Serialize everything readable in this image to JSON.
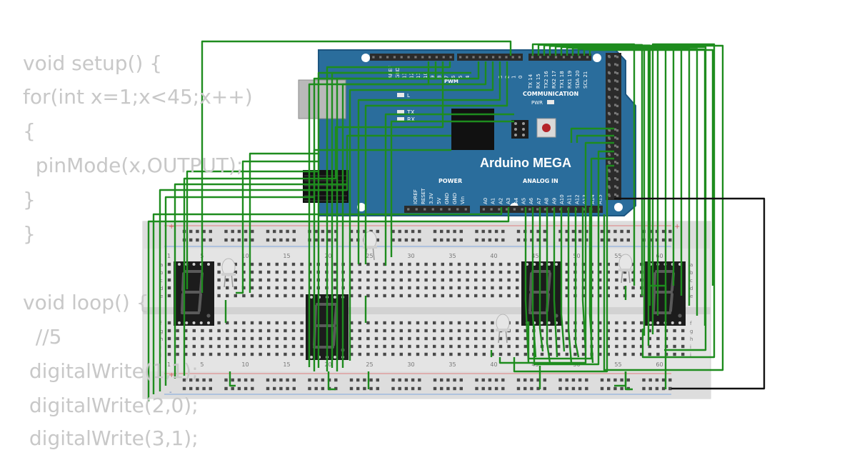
{
  "code": {
    "lines": [
      "void setup() {",
      "for(int x=1;x<45;x++)",
      "{",
      "  pinMode(x,OUTPUT);",
      "}",
      "}",
      "",
      "void loop() {",
      "  //5",
      " digitalWrite(1,1);",
      " digitalWrite(2,0);",
      " digitalWrite(3,1);"
    ]
  },
  "arduino": {
    "name": "Arduino MEGA",
    "top_header": [
      "AREF",
      "GND",
      "13",
      "12",
      "11",
      "10",
      "9",
      "8",
      "7",
      "6",
      "5",
      "4",
      "3",
      "2",
      "1",
      "0"
    ],
    "pwm_label": "PWM",
    "comm_pins": [
      "TX 14",
      "RX 15",
      "TX2 16",
      "RX2 17",
      "TX1 18",
      "RX1 19",
      "SDA 20",
      "SCL 21"
    ],
    "comm_label": "COMMUNICATION",
    "pwr_label": "PWR",
    "l_label": "L",
    "tx_label": "TX",
    "rx_label": "RX",
    "power_label": "POWER",
    "power_pins": [
      "IOREF",
      "RESET",
      "3.3V",
      "5V",
      "GND",
      "GND",
      "Vin"
    ],
    "analog_label": "ANALOG IN",
    "analog_pins": [
      "A0",
      "A1",
      "A2",
      "A3",
      "A4",
      "A5",
      "A6",
      "A7",
      "A8",
      "A9",
      "A10",
      "A11",
      "A12",
      "A13",
      "A14",
      "A15"
    ],
    "colors": {
      "board": "#2a6d9c",
      "board_dark": "#1d5580",
      "header": "#2b2b2b"
    }
  },
  "breadboard": {
    "column_numbers": [
      "1",
      "5",
      "10",
      "15",
      "20",
      "25",
      "30",
      "35",
      "40",
      "45",
      "50",
      "55",
      "60"
    ],
    "row_letters_top": [
      "a",
      "b",
      "c",
      "d",
      "e"
    ],
    "row_letters_bottom": [
      "f",
      "g",
      "h",
      "i",
      "j"
    ],
    "rail_plus": "+",
    "rail_minus": "-"
  },
  "displays": [
    {
      "name": "display-1",
      "digit": "8"
    },
    {
      "name": "display-2",
      "digit": "8"
    },
    {
      "name": "display-3",
      "digit": "8"
    },
    {
      "name": "display-4",
      "digit": "8"
    }
  ],
  "colors": {
    "wire": "#1e8c1e",
    "wire_black": "#111111",
    "code": "#c8c8c8"
  }
}
